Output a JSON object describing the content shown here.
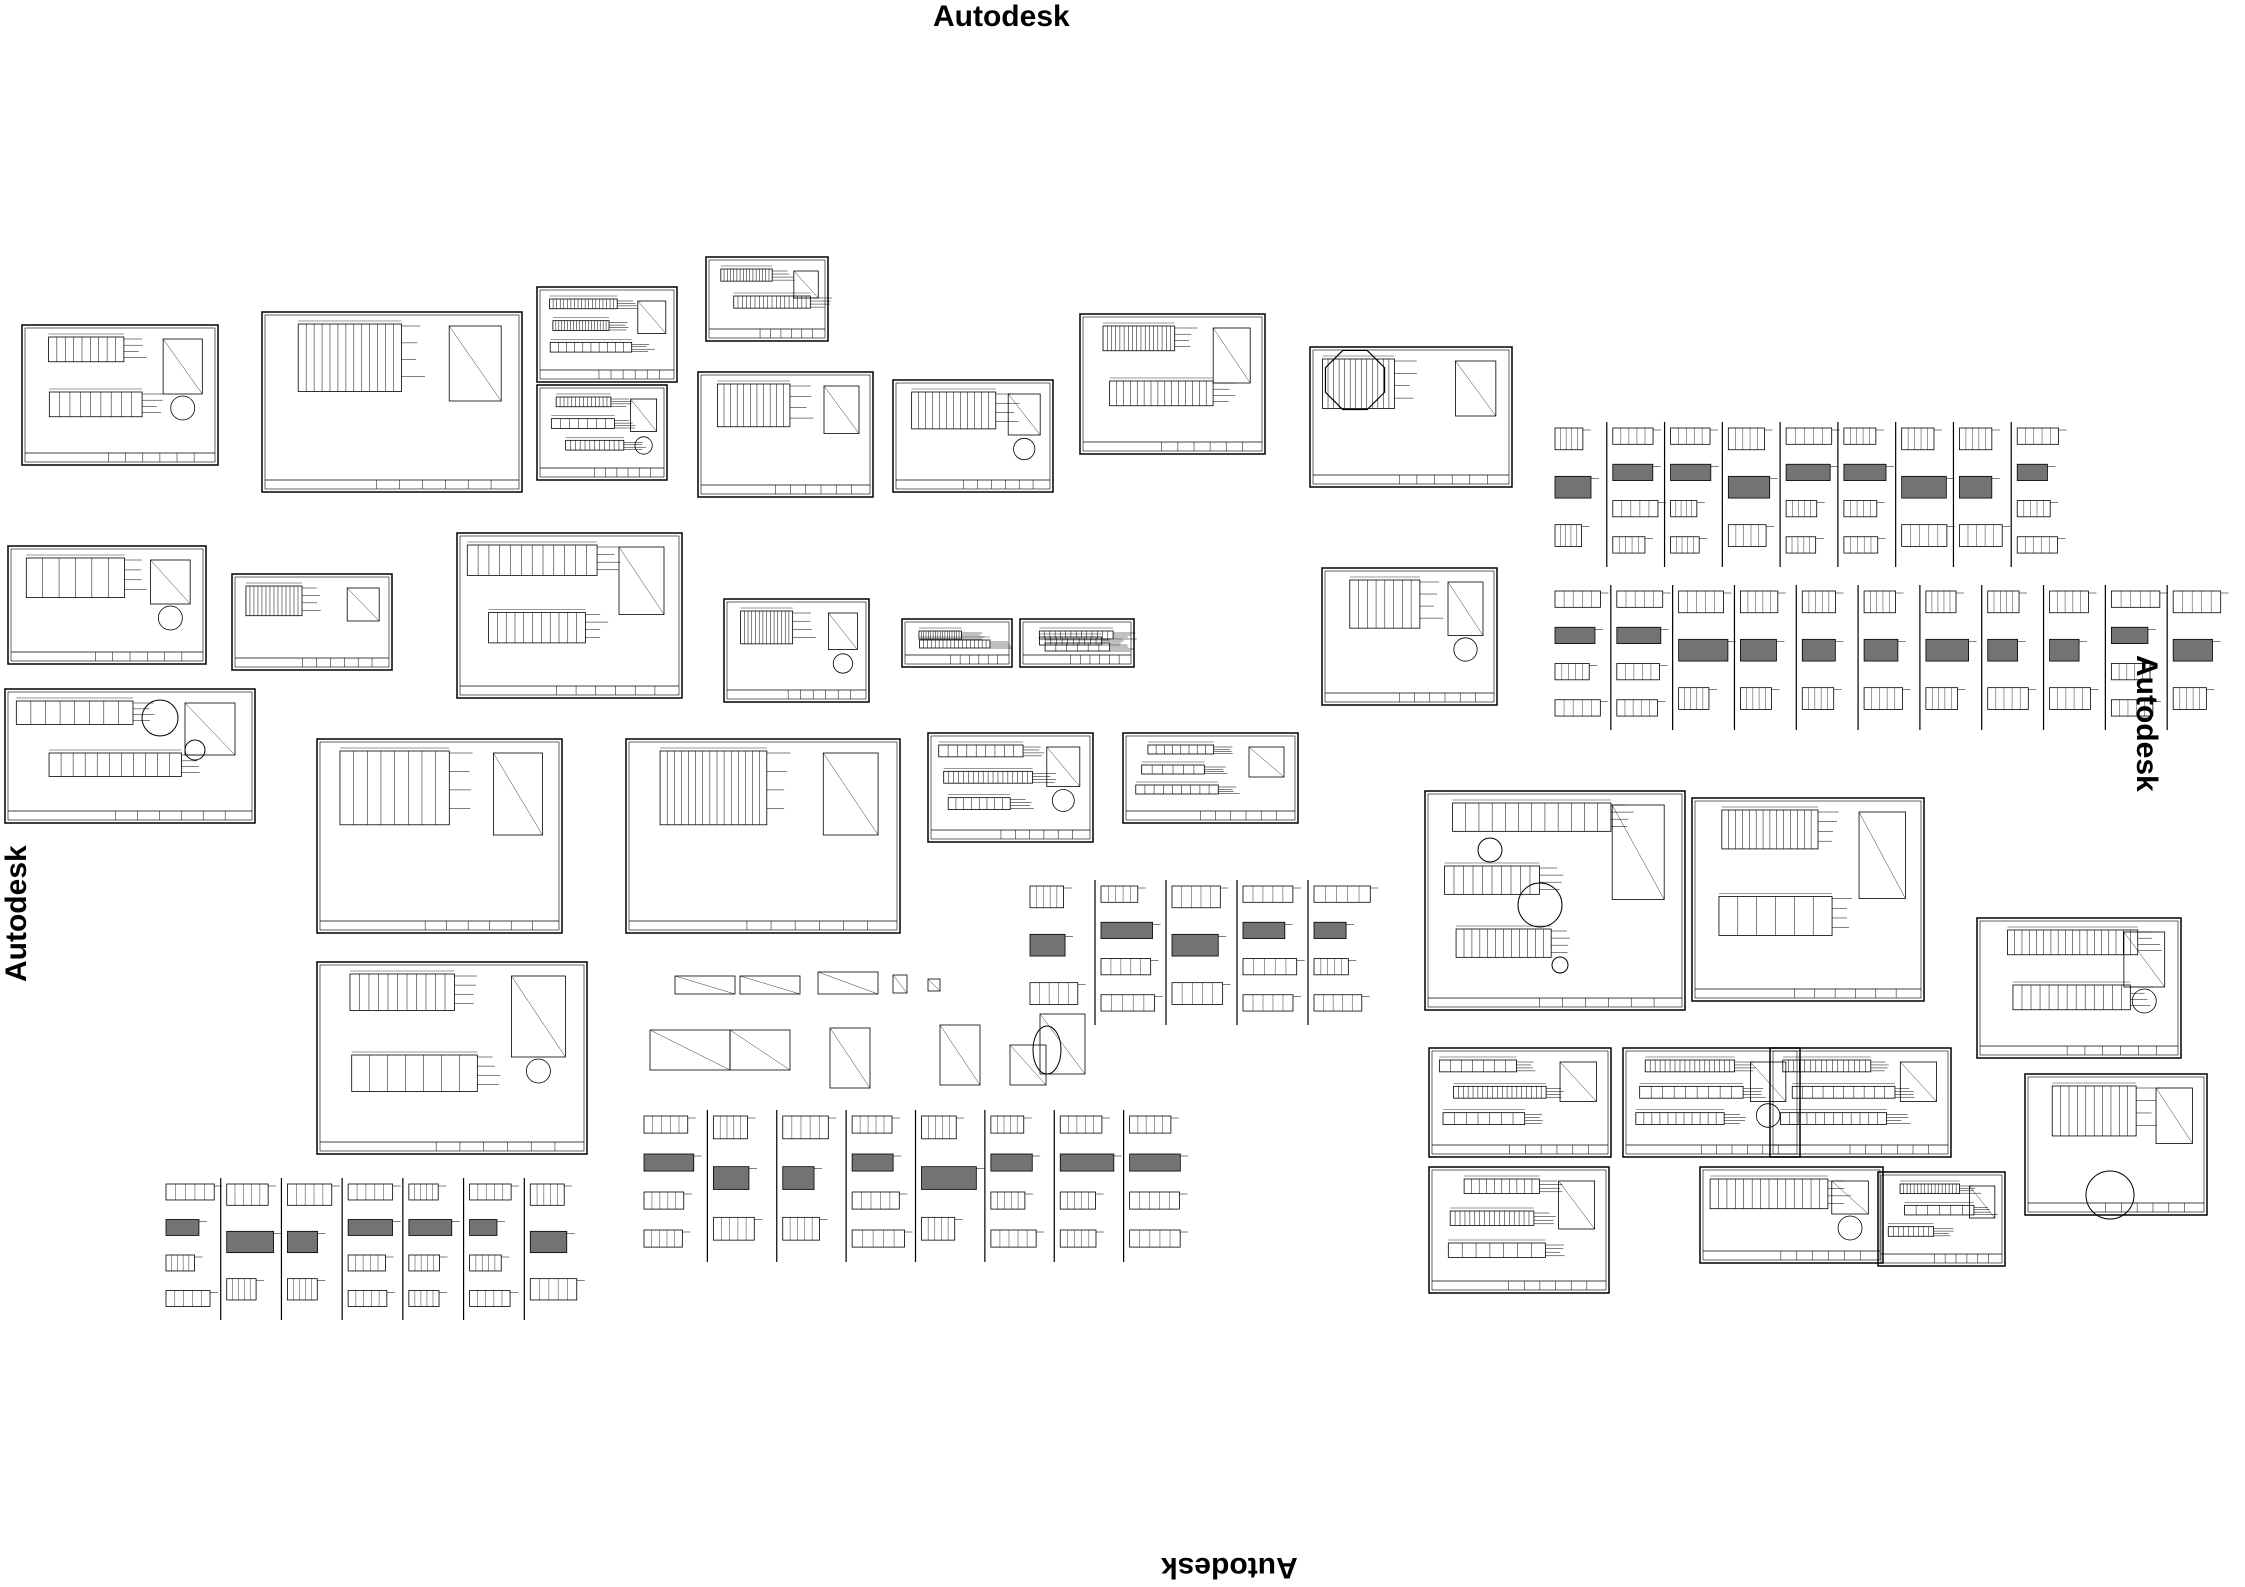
{
  "watermarks": {
    "top": "Autodesk",
    "right": "Autodesk",
    "bottom": "Autodesk",
    "left": "Autodesk"
  },
  "colors": {
    "background": "#ffffff",
    "ink": "#000000"
  }
}
